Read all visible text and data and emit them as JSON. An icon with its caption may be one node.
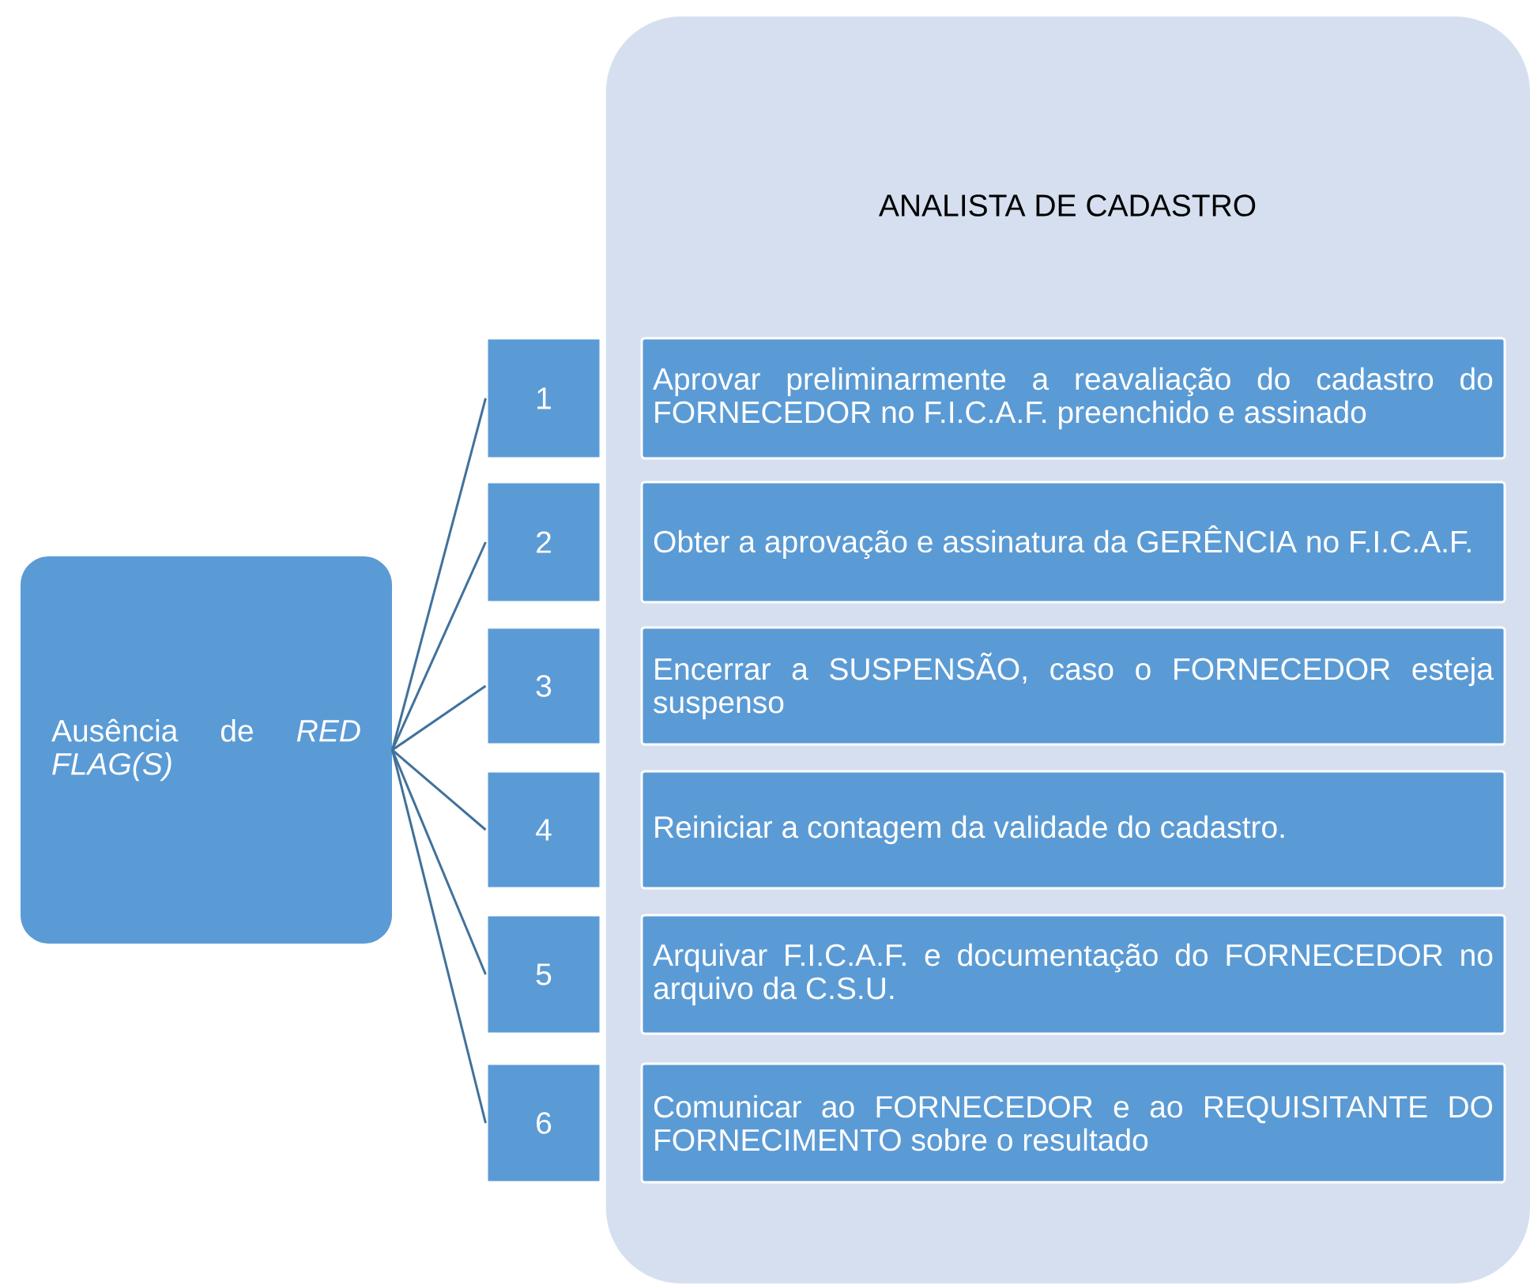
{
  "diagram": {
    "nodes": [
      {
        "text": [
          "ANALISTA DE CADASTRO"
        ]
      },
      {
        "text": [
          "Ausência de *RED FLAG(S)*"
        ]
      },
      {
        "text": [
          "1"
        ]
      },
      {
        "text": [
          "Aprovar preliminarmente a reavaliação do cadastro do FORNECEDOR no F.I.C.A.F. preenchido e assinado"
        ],
        "in": 0
      },
      {
        "text": [
          "2"
        ]
      },
      {
        "text": [
          "Obter a aprovação e assinatura da GERÊNCIA no F.I.C.A.F."
        ],
        "in": 0
      },
      {
        "text": [
          "3"
        ]
      },
      {
        "text": [
          "Encerrar a SUSPENSÃO, caso o FORNECEDOR esteja suspenso"
        ],
        "in": 0
      },
      {
        "text": [
          "4"
        ]
      },
      {
        "text": [
          "Reiniciar a contagem da validade do cadastro."
        ],
        "in": 0
      },
      {
        "text": [
          "5"
        ]
      },
      {
        "text": [
          "Arquivar F.I.C.A.F. e documentação do FORNECEDOR no arquivo da C.S.U."
        ],
        "in": 0
      },
      {
        "text": [
          "6"
        ]
      },
      {
        "text": [
          "Comunicar ao FORNECEDOR e ao REQUISITANTE DO FORNECIMENTO sobre o resultado"
        ],
        "in": 0
      }
    ],
    "edges": [
      {
        "from": 1,
        "to": 2,
        "arrow": "none"
      },
      {
        "from": 1,
        "to": 4,
        "arrow": "none"
      },
      {
        "from": 1,
        "to": 6,
        "arrow": "none"
      },
      {
        "from": 1,
        "to": 8,
        "arrow": "none"
      },
      {
        "from": 1,
        "to": 10,
        "arrow": "none"
      },
      {
        "from": 1,
        "to": 12,
        "arrow": "none"
      }
    ]
  }
}
